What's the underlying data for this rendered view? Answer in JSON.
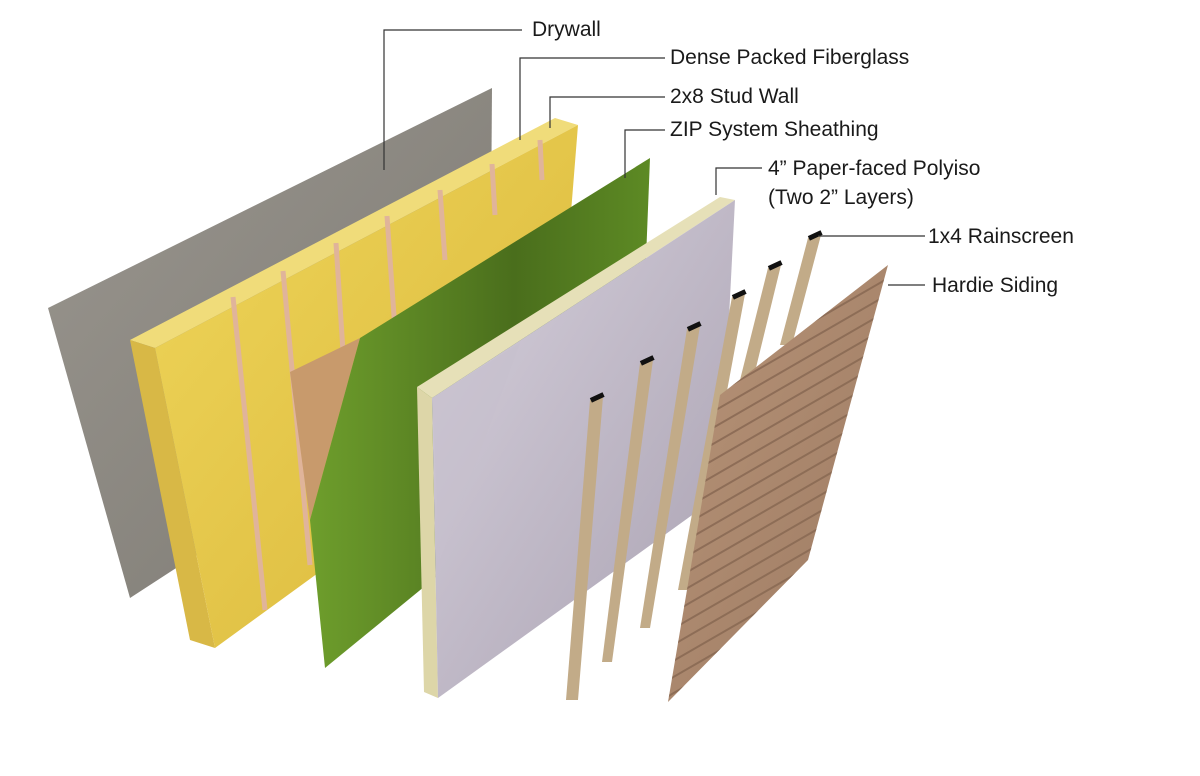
{
  "diagram": {
    "type": "exploded wall assembly",
    "layers": [
      {
        "id": "drywall",
        "label": "Drywall",
        "color": "#8d8a85"
      },
      {
        "id": "fiberglass",
        "label": "Dense Packed Fiberglass",
        "color": "#e3c94a"
      },
      {
        "id": "stud-wall",
        "label": "2x8 Stud Wall",
        "color": "#d9b38e"
      },
      {
        "id": "zip-sheathing",
        "label": "ZIP System Sheathing",
        "color": "#5a8a24"
      },
      {
        "id": "polyiso",
        "label": "4” Paper-faced Polyiso",
        "label_line2": "(Two 2” Layers)",
        "color": "#c9c2d0"
      },
      {
        "id": "rainscreen",
        "label": "1x4 Rainscreen",
        "color": "#bfa886"
      },
      {
        "id": "siding",
        "label": "Hardie Siding",
        "color": "#b08a70"
      }
    ]
  }
}
